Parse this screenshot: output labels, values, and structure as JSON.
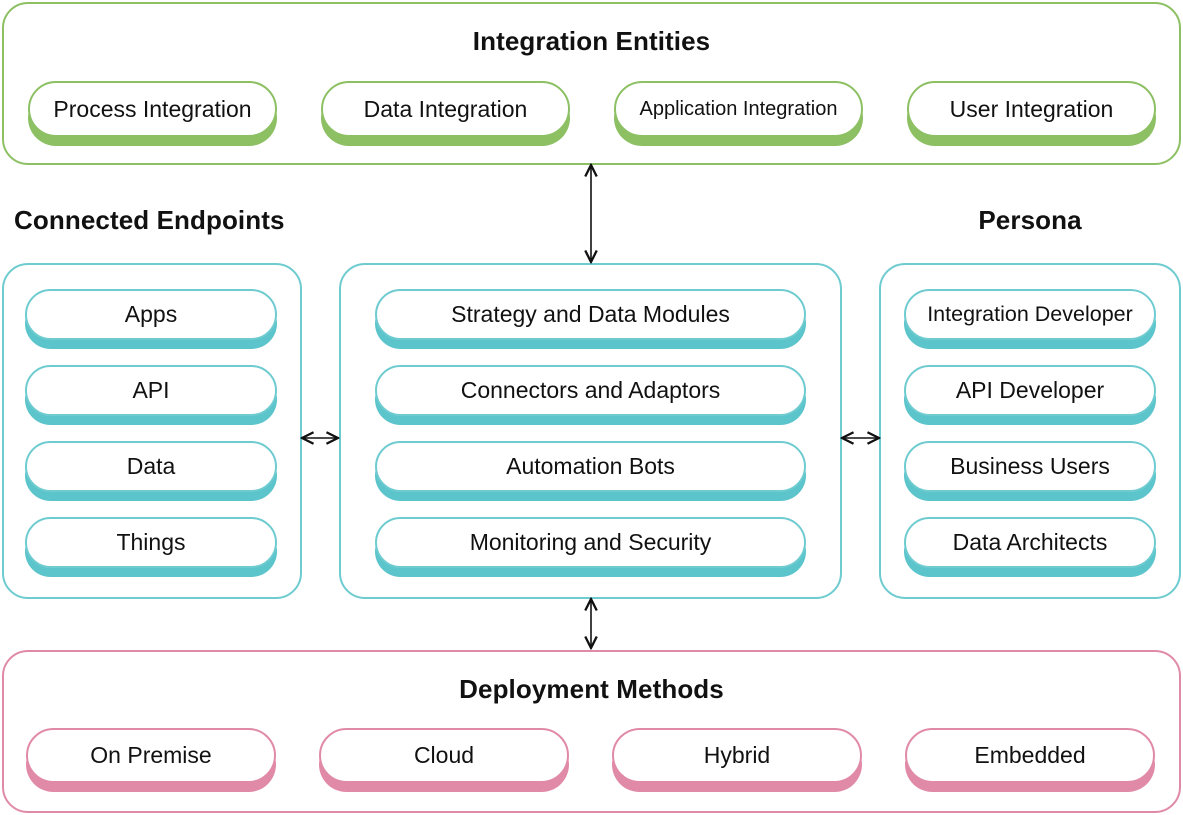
{
  "colors": {
    "green": "#8cc063",
    "teal": "#6ecbd0",
    "pink": "#e08aa8",
    "arrow": "#111111"
  },
  "integration_entities": {
    "title": "Integration Entities",
    "items": [
      "Process Integration",
      "Data Integration",
      "Application Integration",
      "User Integration"
    ]
  },
  "connected_endpoints": {
    "title": "Connected Endpoints",
    "items": [
      "Apps",
      "API",
      "Data",
      "Things"
    ]
  },
  "core": {
    "items": [
      "Strategy and Data Modules",
      "Connectors and Adaptors",
      "Automation Bots",
      "Monitoring and Security"
    ]
  },
  "persona": {
    "title": "Persona",
    "items": [
      "Integration Developer",
      "API Developer",
      "Business Users",
      "Data Architects"
    ]
  },
  "deployment_methods": {
    "title": "Deployment Methods",
    "items": [
      "On Premise",
      "Cloud",
      "Hybrid",
      "Embedded"
    ]
  },
  "arrows": [
    "double-arrow-vertical",
    "double-arrow-horizontal"
  ]
}
